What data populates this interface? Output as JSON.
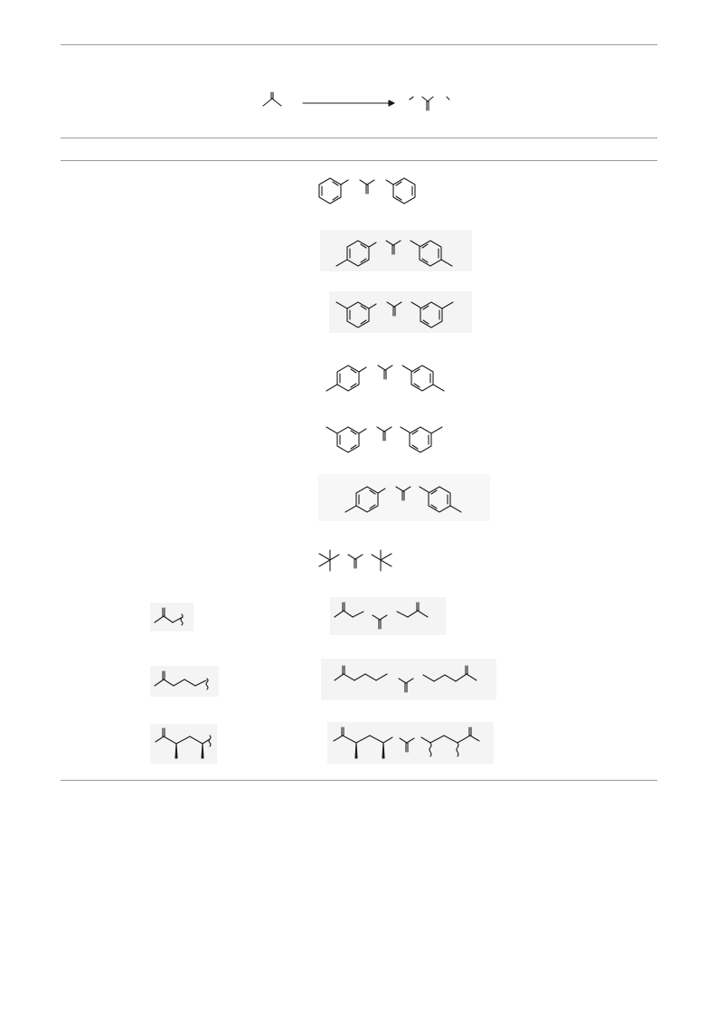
{
  "document": {
    "scheme": {
      "reactant_icon": "isobutylene-structure",
      "arrow_icon": "reaction-arrow",
      "product_icon": "substituted-alkene-structure"
    },
    "table": {
      "rows": [
        {
          "r_group_icon": "",
          "product_icon": "bis-benzyl-alkene-structure"
        },
        {
          "r_group_icon": "",
          "product_icon": "bis-4-methylbenzyl-alkene-structure"
        },
        {
          "r_group_icon": "",
          "product_icon": "bis-3-methylbenzyl-alkene-structure"
        },
        {
          "r_group_icon": "",
          "product_icon": "bis-4-methylbenzyl-alkene-structure"
        },
        {
          "r_group_icon": "",
          "product_icon": "bis-3-methylbenzyl-alkene-structure"
        },
        {
          "r_group_icon": "",
          "product_icon": "bis-4-methylbenzyl-alkene-structure"
        },
        {
          "r_group_icon": "",
          "product_icon": "bis-tert-butyl-alkene-structure"
        },
        {
          "r_group_icon": "methallyl-fragment-structure",
          "product_icon": "bis-methallyl-alkene-structure"
        },
        {
          "r_group_icon": "methylpentenyl-fragment-structure",
          "product_icon": "bis-methylpentenyl-alkene-structure"
        },
        {
          "r_group_icon": "dimethylhexenyl-fragment-structure",
          "product_icon": "bis-dimethylhexenyl-alkene-structure"
        }
      ]
    }
  }
}
